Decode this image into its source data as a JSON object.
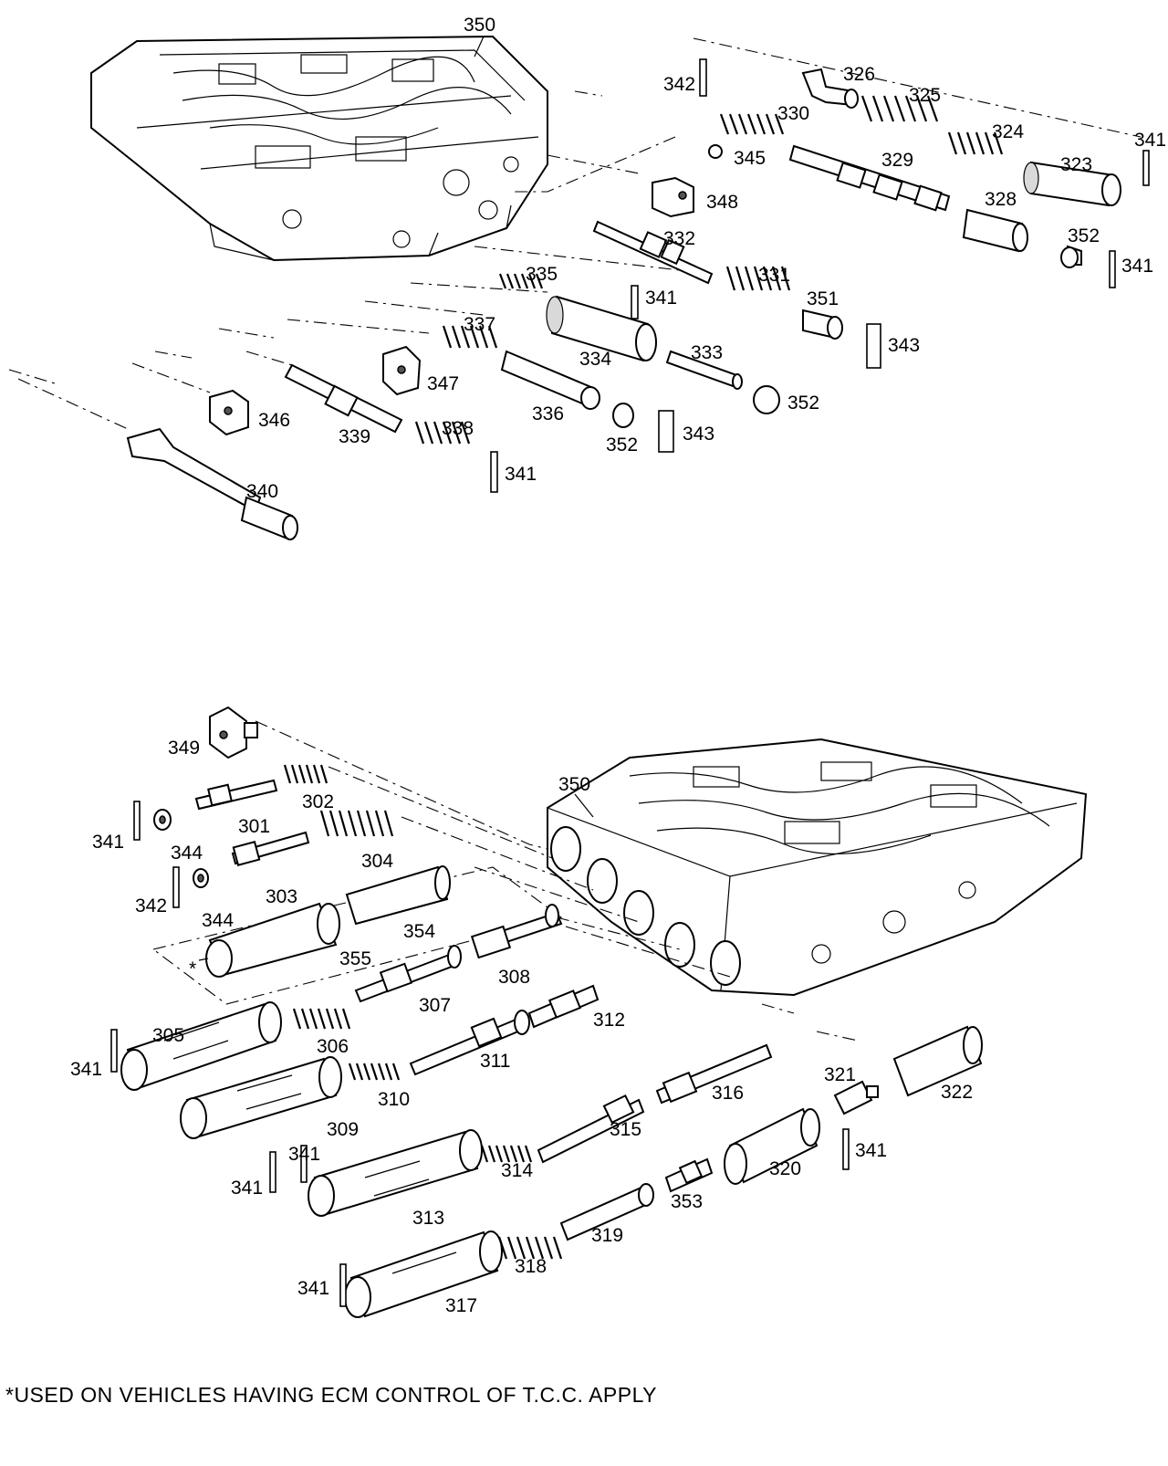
{
  "labels": {
    "p301": "301",
    "p302": "302",
    "p303": "303",
    "p304": "304",
    "p305": "305",
    "p306": "306",
    "p307": "307",
    "p308": "308",
    "p309": "309",
    "p310": "310",
    "p311": "311",
    "p312": "312",
    "p313": "313",
    "p314": "314",
    "p315": "315",
    "p316": "316",
    "p317": "317",
    "p318": "318",
    "p319": "319",
    "p320": "320",
    "p321": "321",
    "p322": "322",
    "p323": "323",
    "p324": "324",
    "p325": "325",
    "p326": "326",
    "p328": "328",
    "p329": "329",
    "p330": "330",
    "p331": "331",
    "p332": "332",
    "p333": "333",
    "p334": "334",
    "p335": "335",
    "p336": "336",
    "p337": "337",
    "p338": "338",
    "p339": "339",
    "p340": "340",
    "p341": "341",
    "p342": "342",
    "p343": "343",
    "p344": "344",
    "p345": "345",
    "p346": "346",
    "p347": "347",
    "p348": "348",
    "p349": "349",
    "p350": "350",
    "p351": "351",
    "p352": "352",
    "p353": "353",
    "p354": "354",
    "p355": "355",
    "asterisk": "*"
  },
  "footnote": "*USED ON VEHICLES HAVING ECM CONTROL OF T.C.C. APPLY"
}
